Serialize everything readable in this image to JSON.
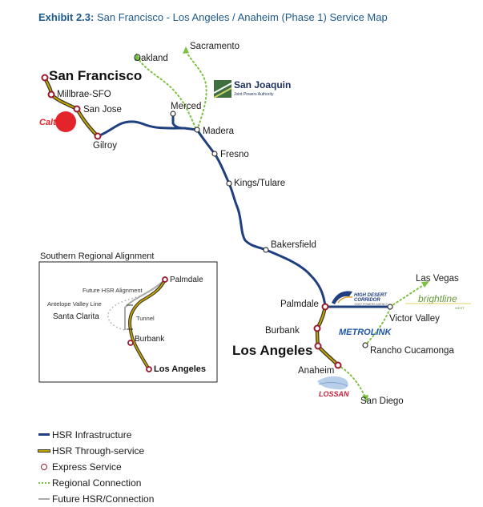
{
  "header": {
    "title_prefix": "Exhibit 2.3:",
    "title_rest": " San Francisco - Los Angeles / Anaheim (Phase 1) Service Map"
  },
  "colors": {
    "hsr_infrastructure": "#1f3f7f",
    "hsr_through_service": "#c4a300",
    "express_service": "#9a1a2e",
    "regional_connection": "#7bc142",
    "future_hsr": "#aaaaaa",
    "title_blue": "#1d5a8c"
  },
  "stations": {
    "san_francisco": "San Francisco",
    "millbrae": "Millbrae-SFO",
    "san_jose": "San Jose",
    "gilroy": "Gilroy",
    "merced": "Merced",
    "madera": "Madera",
    "fresno": "Fresno",
    "kings_tulare": "Kings/Tulare",
    "bakersfield": "Bakersfield",
    "palmdale": "Palmdale",
    "burbank": "Burbank",
    "los_angeles": "Los Angeles",
    "anaheim": "Anaheim",
    "oakland": "Oakland",
    "sacramento": "Sacramento",
    "las_vegas": "Las Vegas",
    "victor_valley": "Victor Valley",
    "rancho_cucamonga": "Rancho Cucamonga",
    "san_diego": "San Diego"
  },
  "logos": {
    "caltrain": "Caltrain",
    "san_joaquin_name": "San Joaquin",
    "san_joaquin_sub": "Joint Powers Authority",
    "hdc_name": "HIGH DESERT",
    "hdc_name2": "CORRIDOR",
    "hdc_sub": "JOINT POWERS AGENCY",
    "metrolink": "METROLINK",
    "brightline": "brightline",
    "brightline_sub": "WEST",
    "lossan": "LOSSAN"
  },
  "inset": {
    "title": "Southern Regional Alignment",
    "palmdale": "Palmdale",
    "future_hsr_alignment": "Future HSR Alignment",
    "antelope_valley_line": "Antelope Valley Line",
    "santa_clarita": "Santa Clarita",
    "tunnel": "Tunnel",
    "burbank": "Burbank",
    "los_angeles": "Los Angeles"
  },
  "legend": [
    {
      "label": "HSR Infrastructure",
      "swatch": "hsr"
    },
    {
      "label": "HSR Through-service",
      "swatch": "through"
    },
    {
      "label": "Express Service",
      "swatch": "express"
    },
    {
      "label": "Regional Connection",
      "swatch": "regional"
    },
    {
      "label": "Future HSR/Connection",
      "swatch": "future"
    }
  ]
}
